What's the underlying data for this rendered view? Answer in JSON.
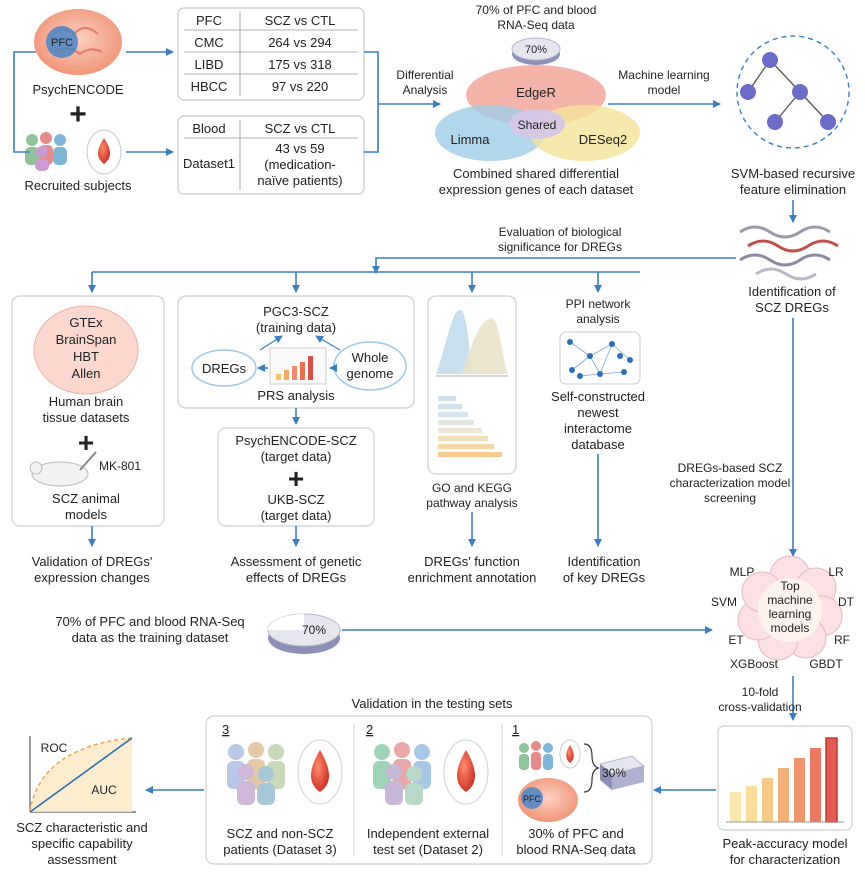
{
  "sources": {
    "psychencode_label": "PsychENCODE",
    "pfc_tag": "PFC",
    "recruited_label": "Recruited subjects",
    "plus": "+"
  },
  "pfc_table": {
    "header": [
      "PFC",
      "SCZ vs CTL"
    ],
    "rows": [
      [
        "CMC",
        "264 vs 294"
      ],
      [
        "LIBD",
        "175 vs 318"
      ],
      [
        "HBCC",
        "97 vs 220"
      ]
    ]
  },
  "blood_table": {
    "header": [
      "Blood",
      "SCZ vs CTL"
    ],
    "row_label": "Dataset1",
    "row_value_lines": [
      "43 vs 59",
      "(medication-",
      "naïve patients)"
    ]
  },
  "differential": {
    "label_lines": [
      "Differential",
      "Analysis"
    ],
    "top_lines": [
      "70% of PFC and blood",
      "RNA-Seq data"
    ],
    "percent": "70%",
    "venn": [
      "EdgeR",
      "Limma",
      "DESeq2",
      "Shared"
    ],
    "caption_lines": [
      "Combined shared differential",
      "expression genes of each dataset"
    ]
  },
  "ml": {
    "label_lines": [
      "Machine learning",
      "model"
    ],
    "svm_lines": [
      "SVM-based recursive",
      "feature elimination"
    ]
  },
  "evaluation_lines": [
    "Evaluation of biological",
    "significance for DREGs"
  ],
  "identification_lines": [
    "Identification of",
    "SCZ DREGs"
  ],
  "brain_panel": {
    "datasets": [
      "GTEx",
      "BrainSpan",
      "HBT",
      "Allen"
    ],
    "caption_lines": [
      "Human brain",
      "tissue datasets"
    ],
    "drug": "MK-801",
    "animal_lines": [
      "SCZ animal",
      "models"
    ]
  },
  "prs_panel": {
    "top_lines": [
      "PGC3-SCZ",
      "(training data)"
    ],
    "left": "DREGs",
    "right_lines": [
      "Whole",
      "genome"
    ],
    "caption": "PRS analysis"
  },
  "target_panel": {
    "line1": "PsychENCODE-SCZ",
    "line2": "(target data)",
    "line3": "UKB-SCZ",
    "line4": "(target data)"
  },
  "go_panel": {
    "caption_lines": [
      "GO and KEGG",
      "pathway analysis"
    ]
  },
  "ppi": {
    "title_lines": [
      "PPI network",
      "analysis"
    ],
    "caption_lines": [
      "Self-constructed",
      "newest",
      "interactome",
      "database"
    ]
  },
  "outcomes": {
    "validation_lines": [
      "Validation of DREGs'",
      "expression changes"
    ],
    "assessment_lines": [
      "Assessment of genetic",
      "effects of DREGs"
    ],
    "function_lines": [
      "DREGs' function",
      "enrichment annotation"
    ],
    "key_lines": [
      "Identification",
      "of key DREGs"
    ]
  },
  "screening_lines": [
    "DREGs-based SCZ",
    "characterization model",
    "screening"
  ],
  "models": {
    "center_lines": [
      "Top",
      "machine",
      "learning",
      "models"
    ],
    "names": [
      "MLP",
      "LR",
      "SVM",
      "DT",
      "ET",
      "RF",
      "XGBoost",
      "GBDT"
    ]
  },
  "training": {
    "lines": [
      "70% of PFC and blood RNA-Seq",
      "data as the training dataset"
    ],
    "percent": "70%"
  },
  "cv_lines": [
    "10-fold",
    "cross-validation"
  ],
  "peak_lines": [
    "Peak-accuracy model",
    "for characterization"
  ],
  "testing": {
    "title": "Validation in the testing sets",
    "panel3_num": "3",
    "panel3_lines": [
      "SCZ and non-SCZ",
      "patients (Dataset 3)"
    ],
    "panel2_num": "2",
    "panel2_lines": [
      "Independent external",
      "test set (Dataset 2)"
    ],
    "panel1_num": "1",
    "panel1_percent": "30%",
    "panel1_tag": "PFC",
    "panel1_lines": [
      "30% of PFC and",
      "blood RNA-Seq data"
    ]
  },
  "roc": {
    "roc": "ROC",
    "auc": "AUC",
    "caption_lines": [
      "SCZ characteristic and",
      "specific capability",
      "assessment"
    ]
  },
  "colors": {
    "arrow": "#3a7fc0",
    "edger": "#f3a79a",
    "limma": "#9fcde6",
    "deseq2": "#f4e39a",
    "brain_text": "#e0504a",
    "plus": "#2a6fb5"
  }
}
